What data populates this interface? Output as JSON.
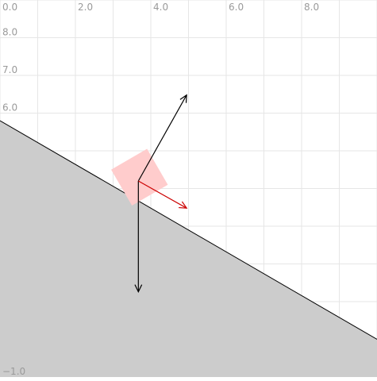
{
  "diagram": {
    "x_range": [
      0.0,
      10.0
    ],
    "y_range": [
      -1.0,
      9.0
    ],
    "grid": true,
    "x_tick_labels": [
      {
        "value": 0,
        "text": "0.0"
      },
      {
        "value": 2,
        "text": "2.0"
      },
      {
        "value": 4,
        "text": "4.0"
      },
      {
        "value": 6,
        "text": "6.0"
      },
      {
        "value": 8,
        "text": "8.0"
      }
    ],
    "y_tick_labels": [
      {
        "value": 8,
        "text": "8.0"
      },
      {
        "value": 7,
        "text": "7.0"
      },
      {
        "value": 6,
        "text": "6.0"
      },
      {
        "value": -1,
        "text": "−1.0"
      }
    ],
    "incline": {
      "top_point": [
        0.0,
        5.8
      ],
      "bottom_point": [
        10.0,
        0.0
      ],
      "fill_color": "#cccccc",
      "edge_color": "#000000"
    },
    "block": {
      "center": [
        3.7,
        4.3
      ],
      "angle_deg": -30.1,
      "size": 1.1,
      "fill_color": "#ffcccc"
    },
    "forces": [
      {
        "name": "weight",
        "from": [
          3.67,
          4.2
        ],
        "to": [
          3.67,
          1.26
        ],
        "color": "#000000"
      },
      {
        "name": "normal",
        "from": [
          3.67,
          4.2
        ],
        "to": [
          4.95,
          6.48
        ],
        "color": "#000000"
      },
      {
        "name": "friction",
        "from": [
          3.67,
          4.2
        ],
        "to": [
          4.95,
          3.48
        ],
        "color": "#cc0000"
      }
    ],
    "colors": {
      "grid": "#e6e6e6",
      "tick_label": "#9a9a9a"
    }
  }
}
